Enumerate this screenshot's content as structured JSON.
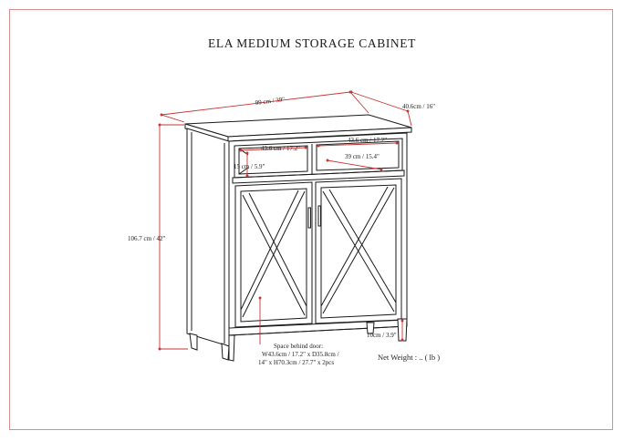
{
  "title": "ELA MEDIUM STORAGE CABINET",
  "colors": {
    "dimension_line": "#cc3333",
    "outline": "#1a1a1a",
    "frame_border": "#d98c8c"
  },
  "dimensions": {
    "width": "99 cm / 39\"",
    "depth": "40.6cm / 16\"",
    "height": "106.7 cm / 42\"",
    "shelf_width_left": "43.6 cm / 17.2\"",
    "shelf_width_right": "43.6 cm / 17.2\"",
    "shelf_height": "15 cm / 5.9\"",
    "shelf_depth": "39 cm / 15.4\"",
    "leg_height": "10cm / 3.9\""
  },
  "space_behind_door": {
    "line1": "Space behind door:",
    "line2": "W43.6cm / 17.2\" x D35.8cm /",
    "line3": "14\" x H70.3cm / 27.7\" x 2pcs"
  },
  "net_weight": "Net Weight : .. ( lb )"
}
